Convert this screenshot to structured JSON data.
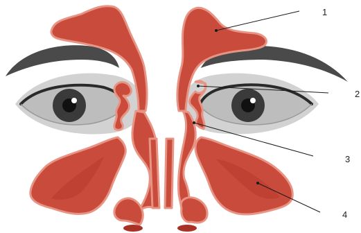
{
  "labels": [
    {
      "id": "label-1",
      "text": "1"
    },
    {
      "id": "label-2",
      "text": "2"
    },
    {
      "id": "label-3",
      "text": "3"
    },
    {
      "id": "label-4",
      "text": "4"
    }
  ],
  "colors": {
    "sinus_fill": "#c94b3c",
    "sinus_dark": "#a83226",
    "sinus_light": "#e89484",
    "eyebrow": "#4a4a4a",
    "eye_white": "#bdbdbd",
    "eye_socket": "#d2d2d2",
    "iris": "#3a3a3a",
    "leader_line": "#1a1a1a"
  }
}
